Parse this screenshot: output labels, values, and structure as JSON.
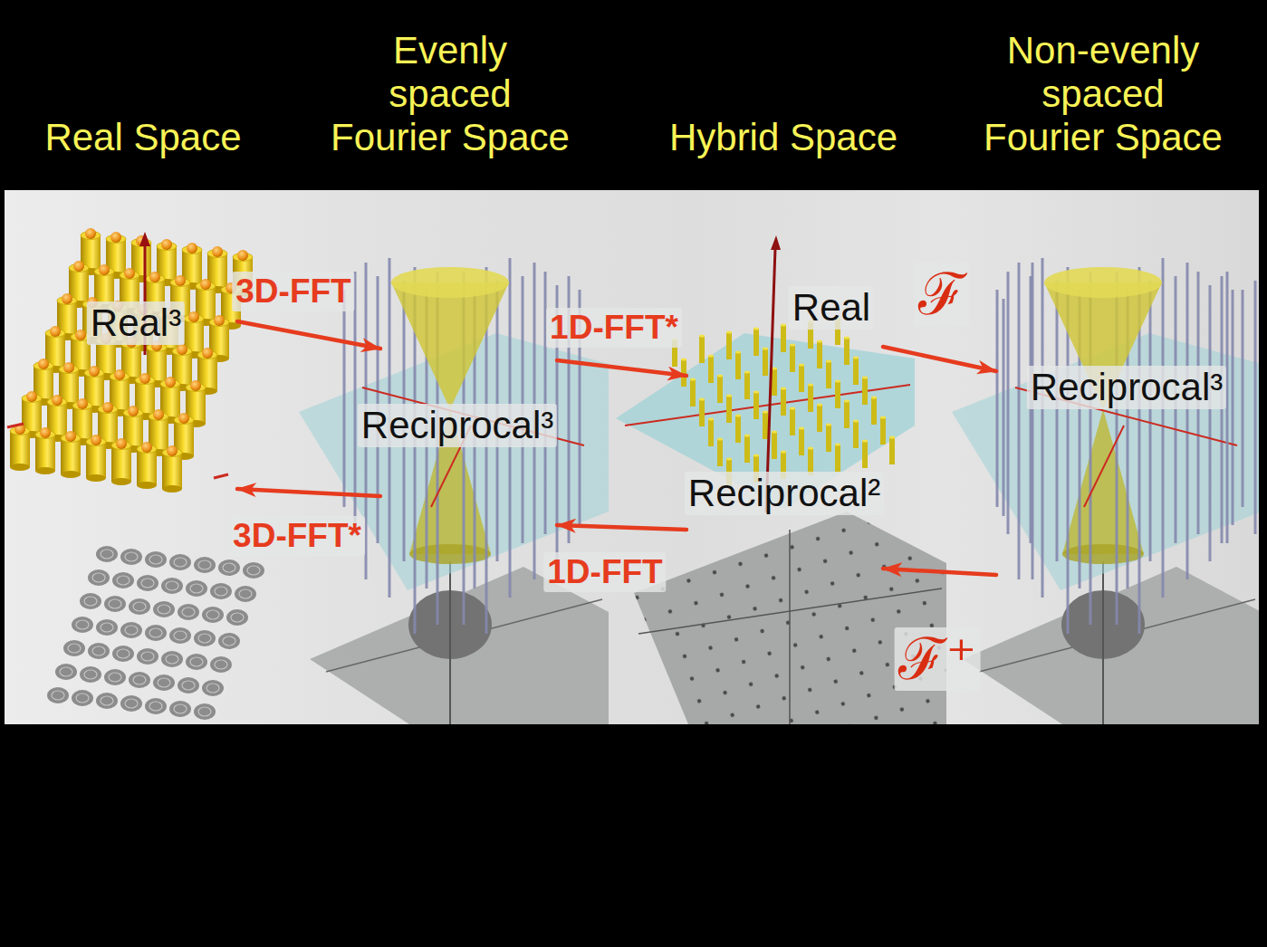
{
  "diagram": {
    "nodes": [
      {
        "text": [
          "Real Space"
        ]
      },
      {
        "text": [
          "Evenly spaced Fourier Space"
        ]
      },
      {
        "text": [
          "Hybrid Space"
        ]
      },
      {
        "text": [
          "Non-evenly spaced Fourier Space"
        ]
      }
    ],
    "edges": [
      {
        "from": 0,
        "to": 1,
        "arrow": "to",
        "label": "3D-FFT"
      },
      {
        "from": 1,
        "to": 0,
        "arrow": "to",
        "label": "3D-FFT*"
      },
      {
        "from": 1,
        "to": 2,
        "arrow": "to",
        "label": "1D-FFT*"
      },
      {
        "from": 2,
        "to": 1,
        "arrow": "to",
        "label": "1D-FFT"
      },
      {
        "from": 2,
        "to": 3,
        "arrow": "to",
        "label": "ℱ"
      },
      {
        "from": 3,
        "to": 2,
        "arrow": "to",
        "label": "ℱ⁺"
      }
    ],
    "labels": [
      "Real³",
      "Reciprocal³",
      "Real",
      "Reciprocal²",
      "Reciprocal³"
    ]
  }
}
